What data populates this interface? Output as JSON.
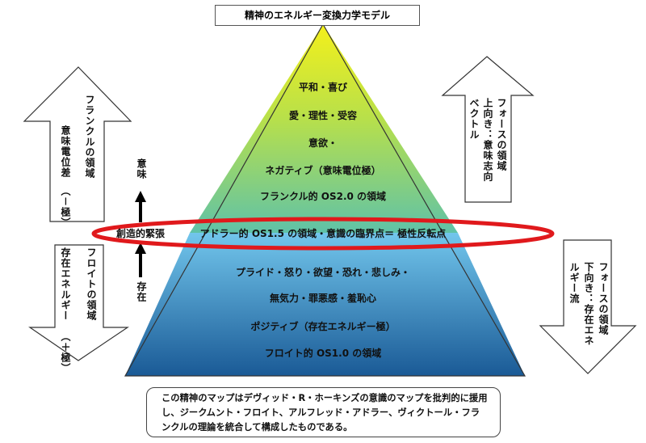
{
  "title": "精神のエネルギー変換力学モデル",
  "pyramid_upper": [
    "平和・喜び",
    "愛・理性・受容",
    "意欲・",
    "ネガティブ（意味電位極）",
    "フランクル的 OS2.0 の領域"
  ],
  "critical_line": "アドラー的 OS1.5 の領域・意識の臨界点＝ 極性反転点",
  "pyramid_lower": [
    "プライド・怒り・欲望・恐れ・悲しみ・",
    "無気力・罪悪感・羞恥心",
    "ポジティブ（存在エネルギー極）",
    "フロイト的 OS1.0 の領域"
  ],
  "left_up_arrow": {
    "line1": "フランクルの領域",
    "line2": "意味電位差",
    "line3": "（－極）"
  },
  "left_down_arrow": {
    "line1": "フロイトの領域",
    "line2": "存在エネルギー",
    "line3": "（＋極）"
  },
  "center_axis": {
    "top": "意味",
    "middle": "創造的緊張",
    "bottom": "存在"
  },
  "right_up_arrow": {
    "line1": "フォースの領域",
    "line2": "上向き：意味志向",
    "line3": "ベクトル"
  },
  "right_down_arrow": {
    "line1": "フォースの領域",
    "line2": "下向き：存在エネ",
    "line3": "ルギー流"
  },
  "note": "この精神のマップはデヴィッド・R・ホーキンズの意識のマップを批判的に援用し、ジークムント・フロイト、アルフレッド・アドラー、ヴィクトール・フランクルの理論を統合して構成したものである。",
  "colors": {
    "ellipse": "#e0191c",
    "apex": "#f2ee1a",
    "mid": "#8fd07a",
    "lower_top": "#6ec3ea",
    "base": "#1c5d99"
  }
}
